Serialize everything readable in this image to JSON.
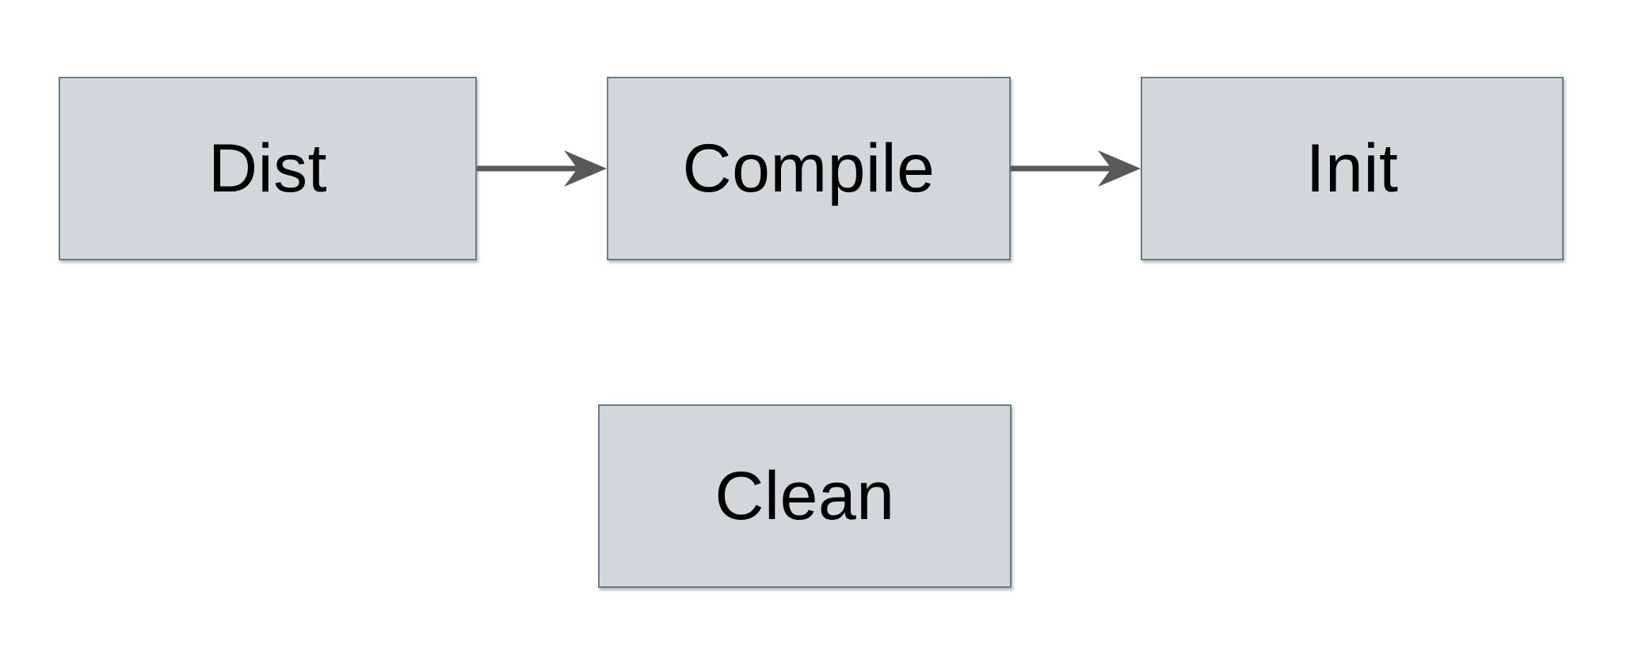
{
  "diagram": {
    "title": "build-tasks-flow",
    "colors": {
      "canvas_bg": "#ffffff",
      "node_fill": "#d2d8da",
      "node_border": "#64808f",
      "node_text": "#000000",
      "arrow_color": "#595959"
    },
    "nodes": [
      {
        "id": "dist",
        "label": "Dist"
      },
      {
        "id": "compile",
        "label": "Compile"
      },
      {
        "id": "init",
        "label": "Init"
      },
      {
        "id": "clean",
        "label": "Clean"
      }
    ],
    "edges": [
      {
        "from": "Dist",
        "to": "Compile",
        "direction": "right"
      },
      {
        "from": "Compile",
        "to": "Init",
        "direction": "right"
      }
    ]
  }
}
